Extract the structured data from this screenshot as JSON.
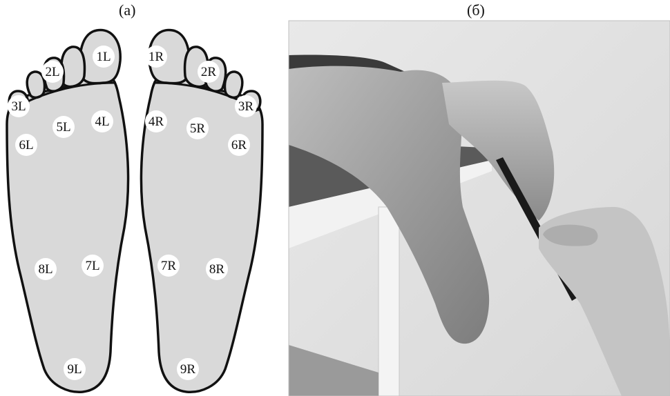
{
  "panels": {
    "a": {
      "label": "(a)"
    },
    "b": {
      "label": "(б)"
    }
  },
  "diagram": {
    "left_foot_points": [
      "1L",
      "2L",
      "3L",
      "4L",
      "5L",
      "6L",
      "7L",
      "8L",
      "9L"
    ],
    "right_foot_points": [
      "1R",
      "2R",
      "3R",
      "4R",
      "5R",
      "6R",
      "7R",
      "8R",
      "9R"
    ]
  },
  "photo": {
    "style": "grayscale",
    "subject": "feet-with-probe"
  }
}
